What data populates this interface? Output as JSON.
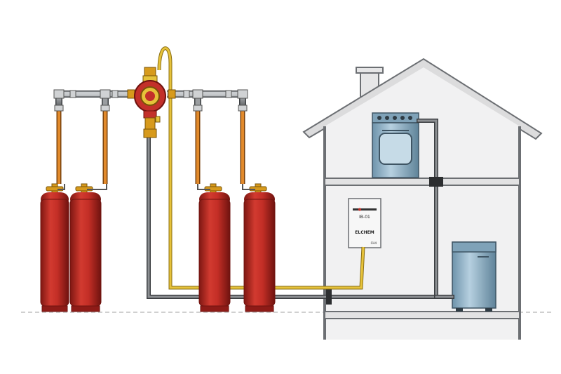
{
  "detector": {
    "model": "IB-01",
    "brand": "ELCHEM",
    "small_text": "CH4"
  },
  "colors": {
    "cylinder": "#c8302a",
    "cylinder_dark": "#8e1b17",
    "valve_brass": "#d79a1c",
    "hose_orange": "#e28a2b",
    "pipe_gray": "#8c8f92",
    "pipe_dark": "#4a4d50",
    "yellow_line": "#e6c23a",
    "house_wall": "#f1f1f2",
    "house_outline": "#6c6f73",
    "appliance_blue": "#8fb3c9",
    "regulator_red": "#c3302a"
  },
  "icons": [
    "gas-cylinder-icon",
    "pressure-regulator-icon",
    "gas-stove-icon",
    "gas-detector-icon",
    "boiler-icon",
    "house-icon"
  ]
}
